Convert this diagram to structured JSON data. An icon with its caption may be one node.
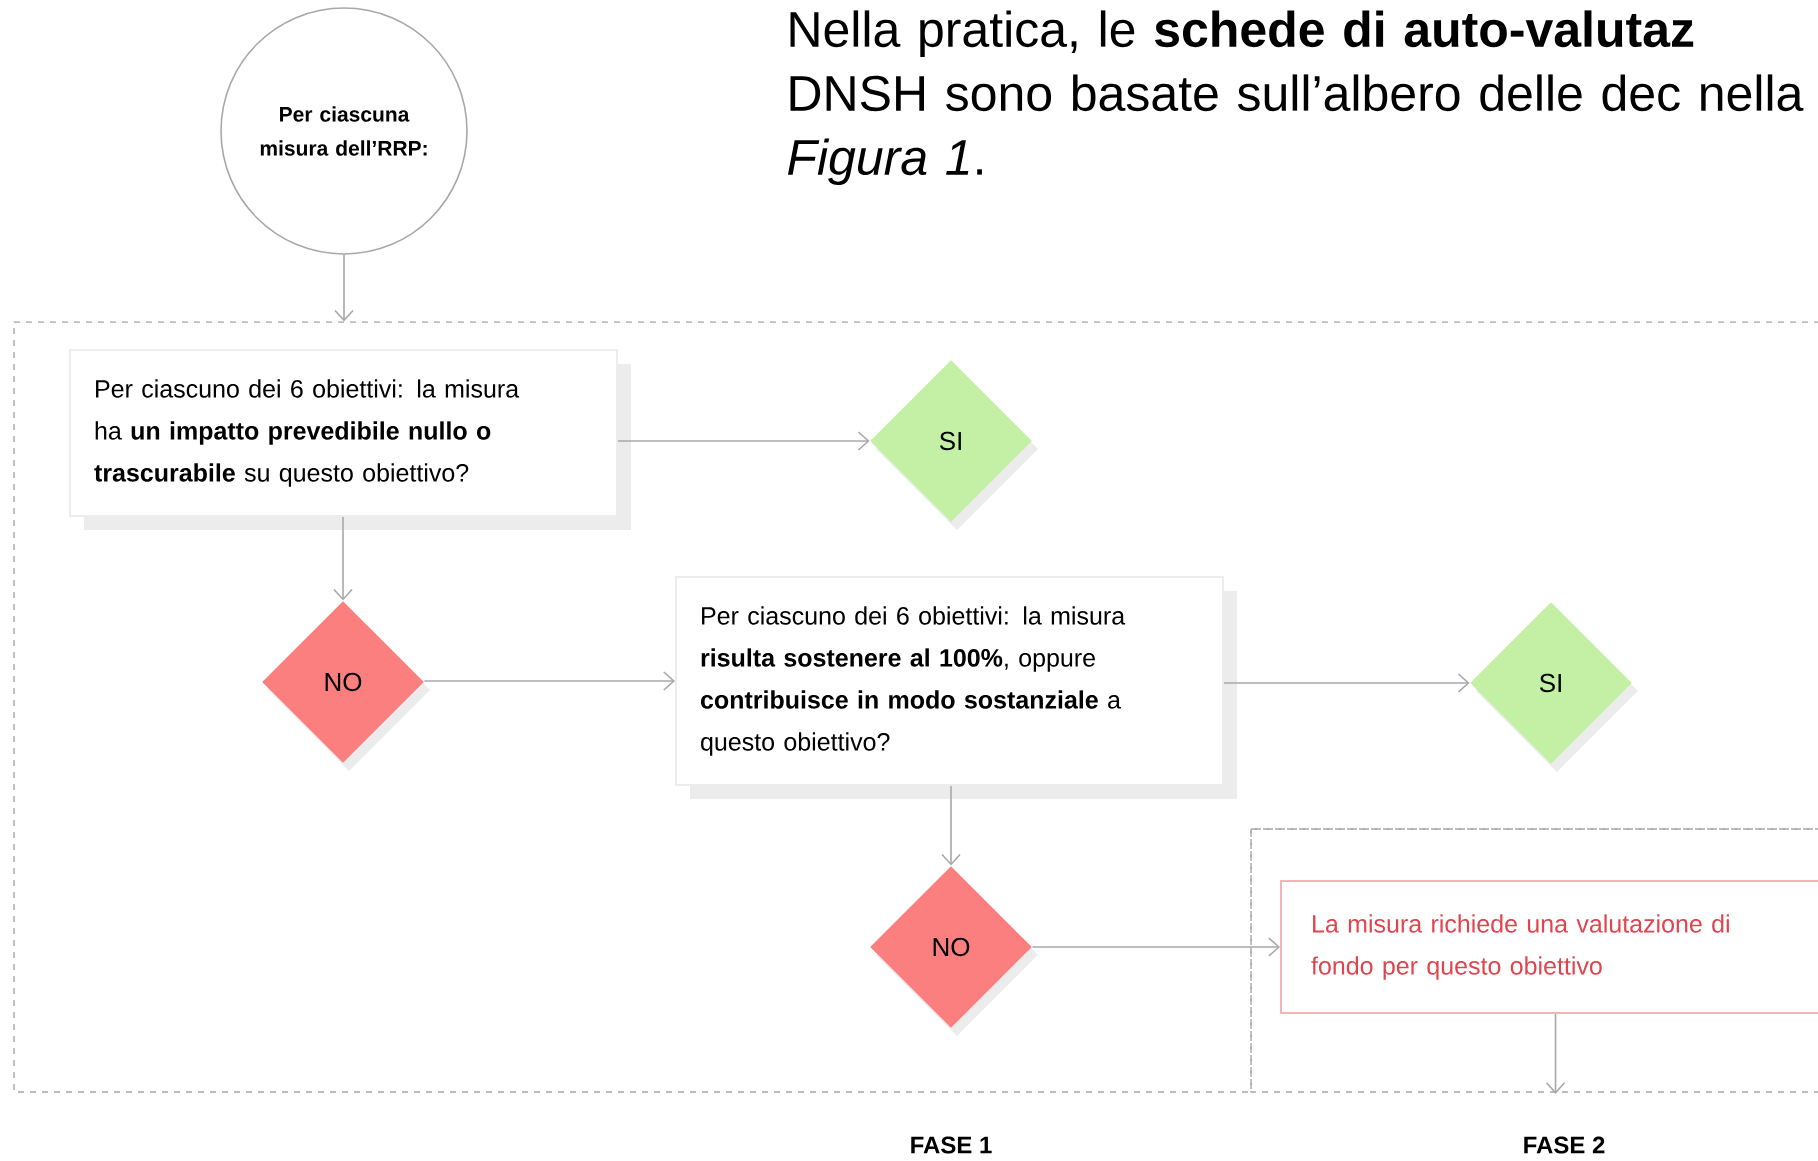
{
  "diagram": {
    "title": "Nella pratica, le **schede di auto-valutaz** DNSH sono basate sull’albero delle dec nella *Figura 1*.",
    "nodes": [
      {
        "text": [
          "Per ciascuna misura dell’RRP:"
        ]
      },
      {
        "text": [
          "FASE 1"
        ]
      },
      {
        "text": [
          "Per ciascuno dei 6 obiettivi: la misura ha **un impatto prevedibile nullo o trascurabile** su questo obiettivo?"
        ],
        "in": 1
      },
      {
        "text": [
          "SI"
        ],
        "in": 1
      },
      {
        "text": [
          "NO"
        ],
        "in": 1
      },
      {
        "text": [
          "Per ciascuno dei 6 obiettivi: la misura **risulta sostenere al 100%**, oppure **contribuisce in modo sostanziale** a questo obiettivo?"
        ],
        "in": 1
      },
      {
        "text": [
          "SI"
        ],
        "in": 1
      },
      {
        "text": [
          "NO"
        ],
        "in": 1
      },
      {
        "text": [
          "FASE 2"
        ]
      },
      {
        "text": [
          "La misura richiede una valutazione di fondo per questo obiettivo"
        ],
        "in": 8
      }
    ],
    "edges": [
      {
        "from": 0,
        "to": 1,
        "arrow": "to"
      },
      {
        "from": 2,
        "to": 3,
        "arrow": "to"
      },
      {
        "from": 2,
        "to": 4,
        "arrow": "to"
      },
      {
        "from": 4,
        "to": 5,
        "arrow": "to"
      },
      {
        "from": 5,
        "to": 6,
        "arrow": "to"
      },
      {
        "from": 5,
        "to": 7,
        "arrow": "to"
      },
      {
        "from": 7,
        "to": 9,
        "arrow": "to"
      },
      {
        "from": 9,
        "to": null,
        "arrow": "to"
      }
    ]
  }
}
